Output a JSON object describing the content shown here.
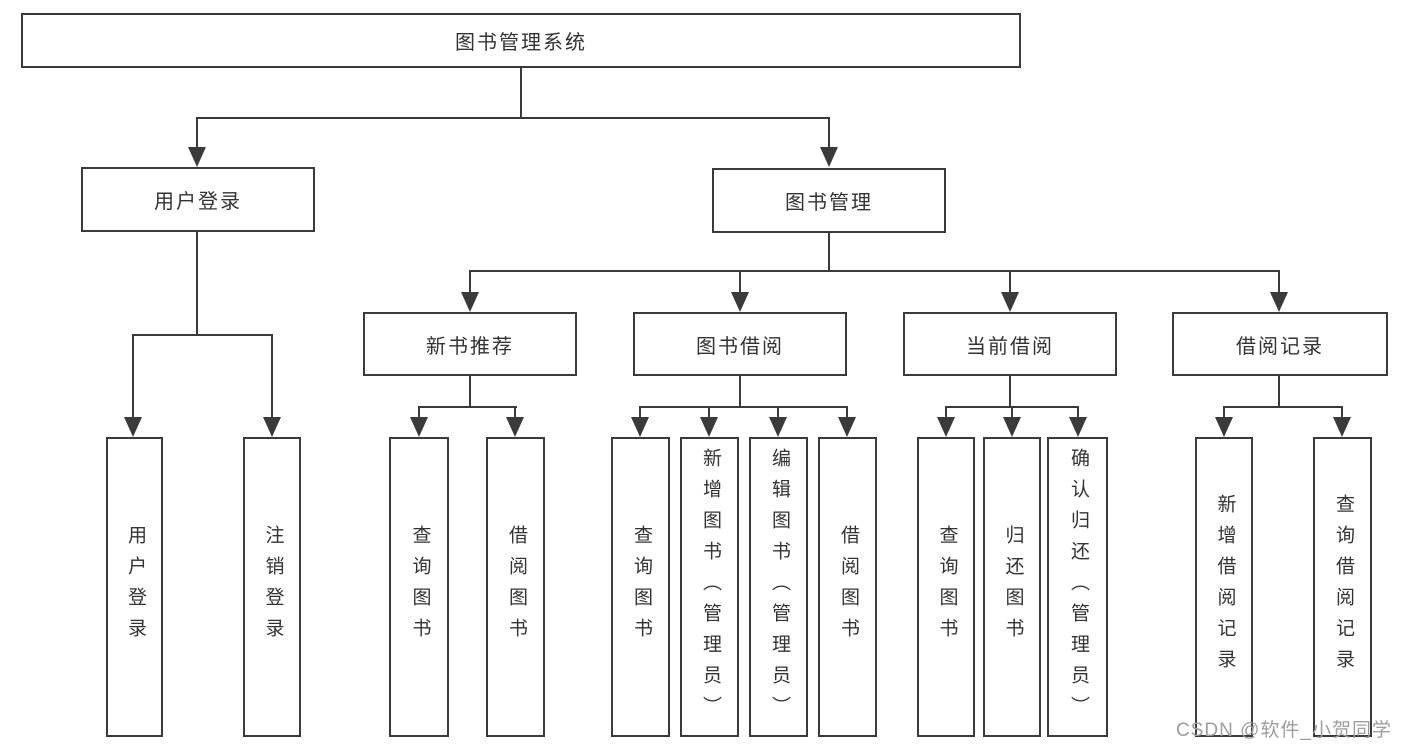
{
  "root": {
    "label": "图书管理系统"
  },
  "level2": {
    "user_login": {
      "label": "用户登录"
    },
    "book_management": {
      "label": "图书管理"
    }
  },
  "level3": {
    "new_book_recommend": {
      "label": "新书推荐"
    },
    "book_borrow": {
      "label": "图书借阅"
    },
    "current_borrow": {
      "label": "当前借阅"
    },
    "borrow_records": {
      "label": "借阅记录"
    }
  },
  "level4": {
    "user_login": [
      {
        "label": "用户登录"
      },
      {
        "label": "注销登录"
      }
    ],
    "new_book_recommend": [
      {
        "label": "查询图书"
      },
      {
        "label": "借阅图书"
      }
    ],
    "book_borrow": [
      {
        "label": "查询图书"
      },
      {
        "label": "新增图书（管理员）"
      },
      {
        "label": "编辑图书（管理员）"
      },
      {
        "label": "借阅图书"
      }
    ],
    "current_borrow": [
      {
        "label": "查询图书"
      },
      {
        "label": "归还图书"
      },
      {
        "label": "确认归还（管理员）"
      }
    ],
    "borrow_records": [
      {
        "label": "新增借阅记录"
      },
      {
        "label": "查询借阅记录"
      }
    ]
  },
  "watermark": "CSDN @软件_小贺同学",
  "colors": {
    "line": "#3a3a3a",
    "text": "#333333",
    "watermark": "#9e9e9e",
    "background": "#ffffff"
  }
}
